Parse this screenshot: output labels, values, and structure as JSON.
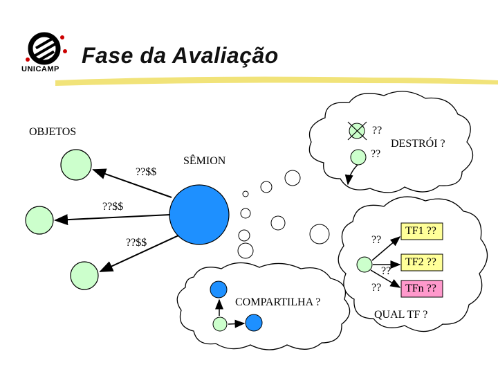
{
  "header": {
    "title": "Fase da Avaliação",
    "logo_text": "UNICAMP"
  },
  "labels": {
    "objetos": "OBJETOS",
    "semion": "SÊMION",
    "cost_top": "??$$",
    "cost_mid": "??$$",
    "cost_low": "??$$",
    "destroi": "DESTRÓI ?",
    "q_top1": "??",
    "q_top2": "??",
    "q_tf1": "??",
    "q_tf2": "??",
    "q_tfn": "??",
    "compartilha": "COMPARTILHA ?",
    "qual_tf": "QUAL TF ?"
  },
  "transforms": [
    {
      "label": "TF1 ??",
      "color": "#ffff99"
    },
    {
      "label": "TF2 ??",
      "color": "#ffff99"
    },
    {
      "label": "TFn ??",
      "color": "#ff99cc"
    }
  ],
  "colors": {
    "object_fill": "#ccffcc",
    "semion_fill": "#1e90ff",
    "title_bar": "#f2e66a"
  }
}
